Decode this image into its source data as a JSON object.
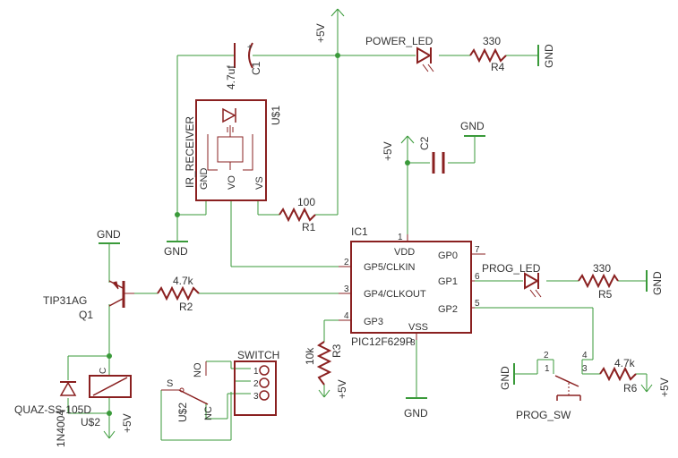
{
  "vcc": "+5V",
  "gnd": "GND",
  "c1": {
    "name": "C1",
    "value": "4.7uf"
  },
  "c2": {
    "name": "C2"
  },
  "power_led": {
    "name": "POWER_LED"
  },
  "r4": {
    "name": "R4",
    "value": "330"
  },
  "u1": {
    "name": "U$1",
    "label": "IR_RECEIVER",
    "pins": [
      "GND",
      "VO",
      "VS"
    ]
  },
  "r1": {
    "name": "R1",
    "value": "100"
  },
  "ic1": {
    "name": "IC1",
    "part": "PIC12F629P",
    "pins": [
      {
        "num": "1",
        "label": "VDD"
      },
      {
        "num": "2",
        "label": "GP5/CLKIN"
      },
      {
        "num": "3",
        "label": "GP4/CLKOUT"
      },
      {
        "num": "4",
        "label": "GP3"
      },
      {
        "num": "5",
        "label": "GP2"
      },
      {
        "num": "6",
        "label": "GP1"
      },
      {
        "num": "7",
        "label": "GP0"
      },
      {
        "num": "8",
        "label": "VSS"
      }
    ]
  },
  "q1": {
    "name": "Q1",
    "part": "TIP31AG"
  },
  "r2": {
    "name": "R2",
    "value": "4.7k"
  },
  "r3": {
    "name": "R3",
    "value": "10k"
  },
  "prog_led": {
    "name": "PROG_LED"
  },
  "r5": {
    "name": "R5",
    "value": "330"
  },
  "switch": {
    "label": "SWITCH",
    "pins": [
      "1",
      "2",
      "3"
    ]
  },
  "relay": {
    "name": "U$2",
    "part": "QUAZ-SS-105D",
    "coil": "C",
    "no": "NO",
    "nc": "NC",
    "s": "S"
  },
  "diode": {
    "name": "1N4004"
  },
  "prog_sw": {
    "name": "PROG_SW",
    "pins": [
      "1",
      "2",
      "3",
      "4"
    ]
  },
  "r6": {
    "name": "R6",
    "value": "4.7k"
  }
}
